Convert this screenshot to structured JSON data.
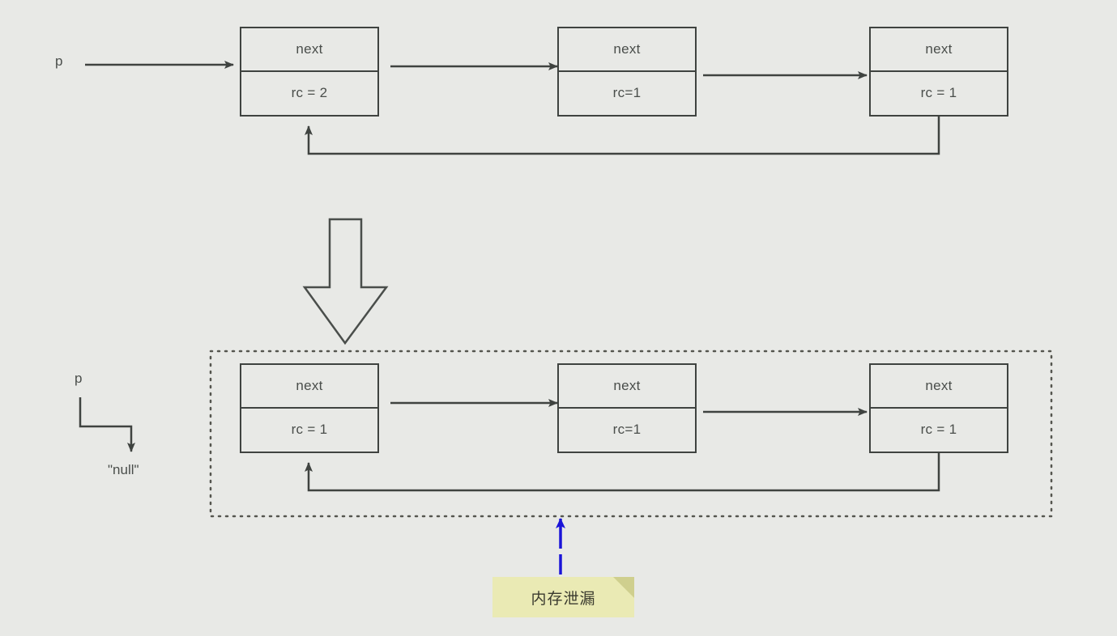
{
  "diagram": {
    "title": "Reference counting cycle causing memory leak",
    "background_color": "#e8e9e6",
    "stroke_color": "#3f4340",
    "text_color": "#4a4e4b",
    "callout_color": "#eaeab4",
    "pointer_arrow_color": "#1a14d8"
  },
  "top_section": {
    "pointer_label": "p",
    "nodes": [
      {
        "next_label": "next",
        "rc_label": "rc = 2"
      },
      {
        "next_label": "next",
        "rc_label": "rc=1"
      },
      {
        "next_label": "next",
        "rc_label": "rc = 1"
      }
    ]
  },
  "transition": {
    "icon": "big-down-arrow"
  },
  "bottom_section": {
    "pointer_label": "p",
    "null_label": "\"null\"",
    "nodes": [
      {
        "next_label": "next",
        "rc_label": "rc = 1"
      },
      {
        "next_label": "next",
        "rc_label": "rc=1"
      },
      {
        "next_label": "next",
        "rc_label": "rc = 1"
      }
    ]
  },
  "annotation": {
    "callout_text": "内存泄漏"
  },
  "watermark": {
    "text": ""
  }
}
